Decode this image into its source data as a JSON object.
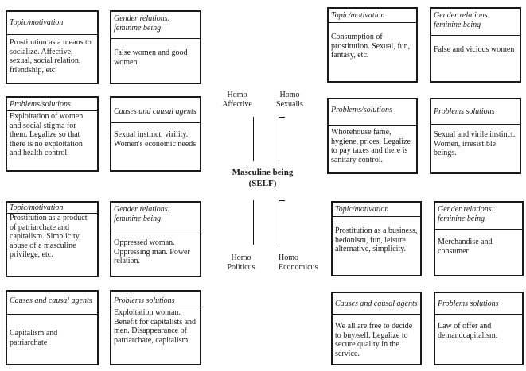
{
  "center": {
    "title_line1": "Masculine being",
    "title_line2": "(SELF)",
    "homo_affective": [
      "Homo",
      "Affective"
    ],
    "homo_sexualis": [
      "Homo",
      "Sexualis"
    ],
    "homo_politicus": [
      "Homo",
      "Politicus"
    ],
    "homo_economicus": [
      "Homo",
      "Economicus"
    ]
  },
  "quadrant_top_left": {
    "topic": {
      "header": "Topic/motivation",
      "body": "Prostitution as a means to socialize. Affective, sexual, social relation, friendship, etc."
    },
    "gender": {
      "header": "Gender relations: feminine being",
      "body": "False women and good women"
    },
    "problems": {
      "header": "Problems/solutions",
      "body": "Exploitation of women and social stigma for them. Legalize so that there is no exploitation and health control."
    },
    "causes": {
      "header": "Causes and causal agents",
      "body": "Sexual instinct, virility. Women's economic needs"
    }
  },
  "quadrant_top_right": {
    "topic": {
      "header": "Topic/motivation",
      "body": "Consumption of prostitution. Sexual, fun, fantasy, etc."
    },
    "gender": {
      "header": "Gender relations: feminine being",
      "body": "False and vicious women"
    },
    "problems": {
      "header": "Problems/solutions",
      "body": "Whorehouse fame, hygiene, prices. Legalize to pay taxes and there is sanitary control."
    },
    "problems2": {
      "header": "Problems solutions",
      "body": "Sexual and virile instinct. Women, irresistible beings."
    }
  },
  "quadrant_bottom_left": {
    "topic": {
      "header": "Topic/motivation",
      "body": "Prostitution as a product of patriarchate and capitalism. Simplicity, abuse of a masculine privilege, etc."
    },
    "gender": {
      "header": "Gender relations: feminine being",
      "body": "Oppressed woman. Oppressing man. Power relation."
    },
    "causes": {
      "header": "Causes and causal agents",
      "body": "Capitalism and patriarchate"
    },
    "problems": {
      "header": "Problems solutions",
      "body": "Exploitation woman. Benefit for capitalists and men. Disappearance of patriarchate, capitalism."
    }
  },
  "quadrant_bottom_right": {
    "topic": {
      "header": "Topic/motivation",
      "body": "Prostitution as a business, hedonism, fun, leisure alternative, simplicity."
    },
    "gender": {
      "header": "Gender relations: feminine being",
      "body": "Merchandise and consumer"
    },
    "causes": {
      "header": "Causes and causal agents",
      "body": "We all are free to decide to buy/sell. Legalize to secure quality in the service."
    },
    "problems": {
      "header": "Problems solutions",
      "body": "Law of offer and demandcapitalism."
    }
  }
}
